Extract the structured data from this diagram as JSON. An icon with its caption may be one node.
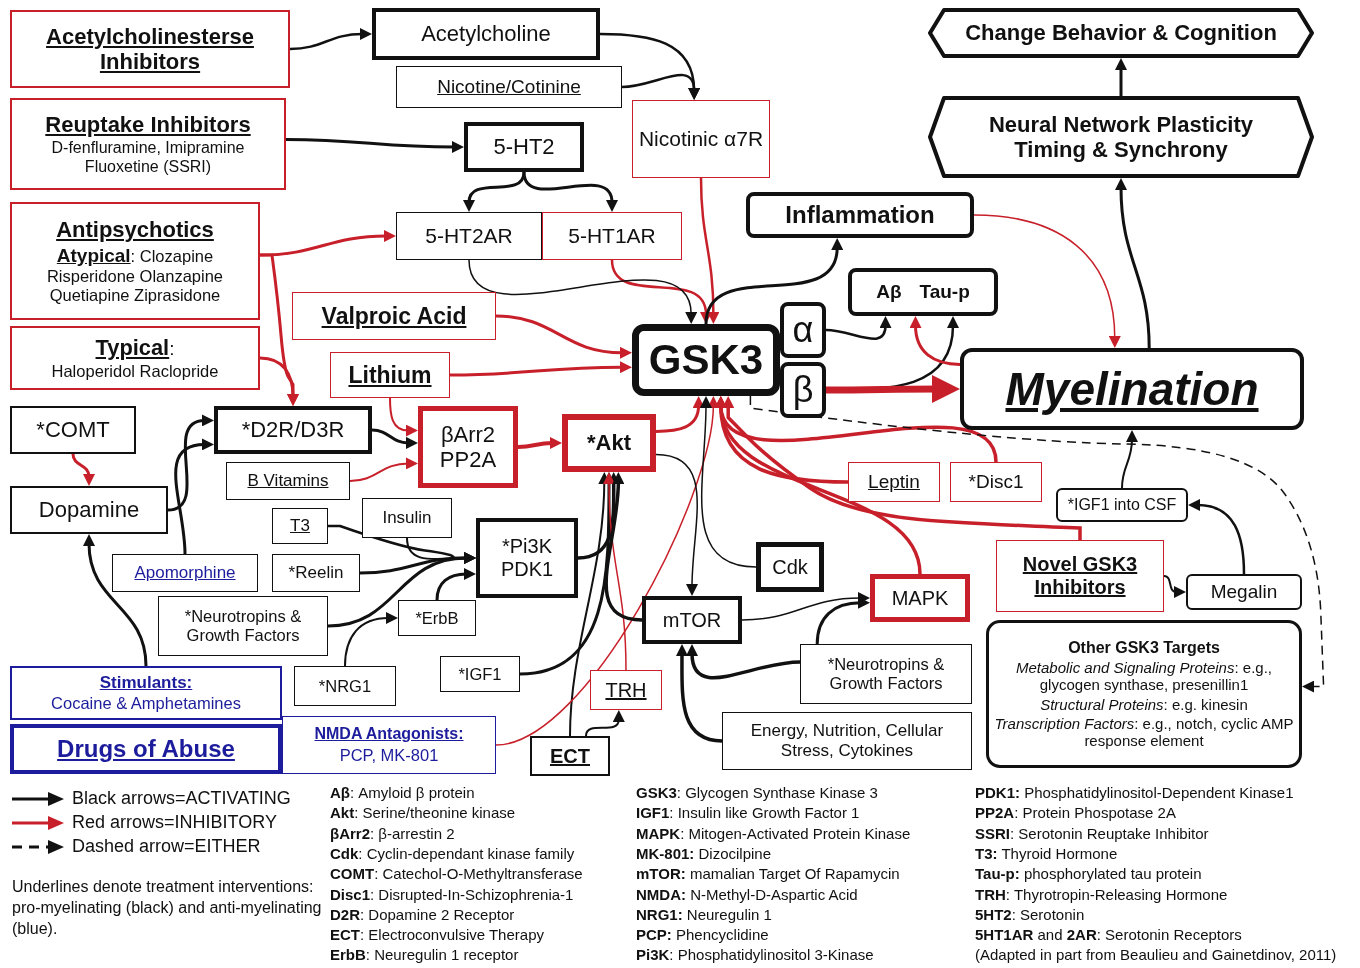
{
  "diagram": {
    "nodes": [
      {
        "text": [
          "Acetylcholinesterse Inhibitors"
        ]
      },
      {
        "text": [
          "Acetylcholine"
        ]
      },
      {
        "text": [
          "Nicotine/Cotinine"
        ]
      },
      {
        "text": [
          "Reuptake Inhibitors",
          "D-fenfluramine, Imipramine Fluoxetine (SSRI)"
        ]
      },
      {
        "text": [
          "5-HT2"
        ]
      },
      {
        "text": [
          "Nicotinic α7R"
        ]
      },
      {
        "text": [
          "5-HT2AR"
        ]
      },
      {
        "text": [
          "5-HT1AR"
        ]
      },
      {
        "text": [
          "Antipsychotics",
          "**Atypical**: Clozapine Risperidone Olanzapine Quetiapine Ziprasidone"
        ]
      },
      {
        "text": [
          "**Typical**:",
          "Haloperidol Raclopride"
        ]
      },
      {
        "text": [
          "Inflammation"
        ]
      },
      {
        "text": [
          "Change Behavior & Cognition"
        ]
      },
      {
        "text": [
          "Neural Network Plasticity Timing & Synchrony"
        ]
      },
      {
        "text": [
          "Valproic Acid"
        ]
      },
      {
        "text": [
          "Aβ",
          "Tau-p"
        ]
      },
      {
        "text": [
          "GSK3"
        ]
      },
      {
        "text": [
          "α"
        ]
      },
      {
        "text": [
          "β"
        ]
      },
      {
        "text": [
          "Myelination"
        ]
      },
      {
        "text": [
          "Lithium"
        ]
      },
      {
        "text": [
          "*COMT"
        ]
      },
      {
        "text": [
          "*D2R/D3R"
        ]
      },
      {
        "text": [
          "βArr2 PP2A"
        ]
      },
      {
        "text": [
          "*Akt"
        ]
      },
      {
        "text": [
          "B Vitamins"
        ]
      },
      {
        "text": [
          "Leptin"
        ]
      },
      {
        "text": [
          "*Disc1"
        ]
      },
      {
        "text": [
          "Dopamine"
        ]
      },
      {
        "text": [
          "T3"
        ]
      },
      {
        "text": [
          "Insulin"
        ]
      },
      {
        "text": [
          "*Pi3K PDK1"
        ]
      },
      {
        "text": [
          "*IGF1 into CSF"
        ]
      },
      {
        "text": [
          "Apomorphine"
        ]
      },
      {
        "text": [
          "*Reelin"
        ]
      },
      {
        "text": [
          "Cdk"
        ]
      },
      {
        "text": [
          "Novel GSK3 Inhibitors"
        ]
      },
      {
        "text": [
          "Megalin"
        ]
      },
      {
        "text": [
          "MAPK"
        ]
      },
      {
        "text": [
          "*Neurotropins & Growth Factors"
        ]
      },
      {
        "text": [
          "*ErbB"
        ]
      },
      {
        "text": [
          "mTOR"
        ]
      },
      {
        "text": [
          "Other GSK3 Targets",
          "*Metabolic and Signaling Proteins*: e.g., glycogen synthase, presenillin1",
          "*Structural Proteins*: e.g. kinesin",
          "*Transcription Factors*: e.g., notch, cyclic AMP response element"
        ]
      },
      {
        "text": [
          "*Neurotropins & Growth Factors"
        ]
      },
      {
        "text": [
          "*NRG1"
        ]
      },
      {
        "text": [
          "*IGF1"
        ]
      },
      {
        "text": [
          "TRH"
        ]
      },
      {
        "text": [
          "Stimulants:",
          "Cocaine & Amphetamines"
        ]
      },
      {
        "text": [
          "Drugs of Abuse"
        ]
      },
      {
        "text": [
          "NMDA Antagonists:",
          "PCP, MK-801"
        ]
      },
      {
        "text": [
          "Energy, Nutrition, Cellular Stress, Cytokines"
        ]
      },
      {
        "text": [
          "ECT"
        ]
      }
    ],
    "edges": [
      {
        "from": 0,
        "to": 1,
        "arrow": "to"
      },
      {
        "from": 1,
        "to": 5,
        "arrow": "to"
      },
      {
        "from": 2,
        "to": 5,
        "arrow": "to"
      },
      {
        "from": 3,
        "to": 4,
        "arrow": "to"
      },
      {
        "from": 4,
        "to": 6,
        "arrow": "to"
      },
      {
        "from": 4,
        "to": 7,
        "arrow": "to"
      },
      {
        "from": 8,
        "to": 6,
        "arrow": "to",
        "color": "#c8202a"
      },
      {
        "from": 8,
        "to": 21,
        "arrow": "to",
        "color": "#c8202a"
      },
      {
        "from": 9,
        "to": 21,
        "arrow": "to",
        "color": "#c8202a"
      },
      {
        "from": 5,
        "to": 15,
        "arrow": "to",
        "color": "#c8202a"
      },
      {
        "from": 7,
        "to": 15,
        "arrow": "to",
        "color": "#c8202a"
      },
      {
        "from": 6,
        "to": 15,
        "arrow": "to"
      },
      {
        "from": 13,
        "to": 15,
        "arrow": "to",
        "color": "#c8202a"
      },
      {
        "from": 19,
        "to": 15,
        "arrow": "to",
        "color": "#c8202a"
      },
      {
        "from": 19,
        "to": 22,
        "arrow": "to",
        "color": "#c8202a"
      },
      {
        "from": 21,
        "to": 22,
        "arrow": "to"
      },
      {
        "from": 24,
        "to": 22,
        "arrow": "to",
        "color": "#c8202a"
      },
      {
        "from": 22,
        "to": 23,
        "arrow": "to",
        "color": "#c8202a"
      },
      {
        "from": 23,
        "to": 15,
        "arrow": "to",
        "color": "#c8202a"
      },
      {
        "from": 15,
        "to": 10,
        "arrow": "to"
      },
      {
        "from": 16,
        "to": 14,
        "arrow": "to"
      },
      {
        "from": 17,
        "to": 14,
        "arrow": "to"
      },
      {
        "from": 18,
        "to": 14,
        "arrow": "to",
        "color": "#c8202a"
      },
      {
        "from": 17,
        "to": 18,
        "arrow": "to",
        "style": "thick",
        "color": "#c8202a"
      },
      {
        "from": 10,
        "to": 18,
        "arrow": "to",
        "color": "#c8202a"
      },
      {
        "from": 18,
        "to": 12,
        "arrow": "to"
      },
      {
        "from": 12,
        "to": 11,
        "arrow": "to"
      },
      {
        "from": 20,
        "to": 27,
        "arrow": "to",
        "color": "#c8202a"
      },
      {
        "from": 27,
        "to": 21,
        "arrow": "to"
      },
      {
        "from": 32,
        "to": 21,
        "arrow": "to"
      },
      {
        "from": 46,
        "to": 27,
        "arrow": "to"
      },
      {
        "from": 28,
        "to": 30,
        "arrow": "to"
      },
      {
        "from": 29,
        "to": 30,
        "arrow": "to"
      },
      {
        "from": 33,
        "to": 30,
        "arrow": "to"
      },
      {
        "from": 38,
        "to": 30,
        "arrow": "to"
      },
      {
        "from": 39,
        "to": 30,
        "arrow": "to"
      },
      {
        "from": 43,
        "to": 39,
        "arrow": "to"
      },
      {
        "from": 30,
        "to": 23,
        "arrow": "to"
      },
      {
        "from": 44,
        "to": 23,
        "arrow": "to"
      },
      {
        "from": 50,
        "to": 23,
        "arrow": "to"
      },
      {
        "from": 50,
        "to": 45,
        "arrow": "to"
      },
      {
        "from": 45,
        "to": 23,
        "arrow": "to",
        "color": "#c8202a"
      },
      {
        "from": 48,
        "to": 15,
        "arrow": "to",
        "color": "#c8202a"
      },
      {
        "from": 23,
        "to": 40,
        "arrow": "to"
      },
      {
        "from": 34,
        "to": 15,
        "arrow": "to"
      },
      {
        "from": 40,
        "to": 23,
        "arrow": "to"
      },
      {
        "from": 40,
        "to": 37,
        "arrow": "to"
      },
      {
        "from": 42,
        "to": 37,
        "arrow": "to"
      },
      {
        "from": 42,
        "to": 40,
        "arrow": "to"
      },
      {
        "from": 49,
        "to": 40,
        "arrow": "to"
      },
      {
        "from": 25,
        "to": 15,
        "arrow": "to",
        "color": "#c8202a"
      },
      {
        "from": 26,
        "to": 15,
        "arrow": "to",
        "color": "#c8202a"
      },
      {
        "from": 35,
        "to": 15,
        "arrow": "to",
        "color": "#c8202a"
      },
      {
        "from": 37,
        "to": 15,
        "arrow": "to",
        "color": "#c8202a"
      },
      {
        "from": 35,
        "to": 36,
        "arrow": "to"
      },
      {
        "from": 36,
        "to": 31,
        "arrow": "to"
      },
      {
        "from": 31,
        "to": 18,
        "arrow": "to"
      },
      {
        "from": 15,
        "to": 41,
        "arrow": "to",
        "style": "dashed"
      }
    ],
    "labels": [
      "Underlines denote treatment interventions: pro-myelinating (black) and anti-myelinating (blue).",
      "**Aβ**: Amyloid β protein",
      "**Akt**: Serine/theonine kinase",
      "**βArr2**: β-arrestin 2",
      "**Cdk**: Cyclin-dependant kinase family",
      "**COMT**: Catechol-O-Methyltransferase",
      "**Disc1**: Disrupted-In-Schizophrenia-1",
      "**D2R**: Dopamine 2 Receptor",
      "**ECT**: Electroconvulsive Therapy",
      "**ErbB**: Neuregulin 1 receptor",
      "**GSK3**: Glycogen Synthase Kinase 3",
      "**IGF1**: Insulin like Growth Factor 1",
      "**MAPK**: Mitogen-Activated Protein Kinase",
      "**MK-801:** Dizocilpine",
      "**mTOR:** mamalian Target Of Rapamycin",
      "**NMDA:** N-Methyl-D-Aspartic Acid",
      "**NRG1:** Neuregulin 1",
      "**PCP:** Phencyclidine",
      "**Pi3K**: Phosphatidylinositol 3-Kinase",
      "**PDK1:** Phosphatidylinositol-Dependent Kinase1",
      "**PP2A**: Protein Phospotase 2A",
      "**SSRI**: Serotonin Reuptake Inhibitor",
      "**T3:** Thyroid Hormone",
      "**Tau-p:** phosphorylated tau protein",
      "**TRH**: Thyrotropin-Releasing Hormone",
      "**5HT2**: Serotonin",
      "**5HT1AR** and **2AR**: Serotonin Receptors",
      "(Adapted in part from Beaulieu and Gainetdinov, 2011)"
    ],
    "legend": [
      {
        "text": "Black arrows=ACTIVATING"
      },
      {
        "text": "Red arrows=INHIBITORY"
      },
      {
        "text": "Dashed arrow=EITHER"
      }
    ]
  }
}
